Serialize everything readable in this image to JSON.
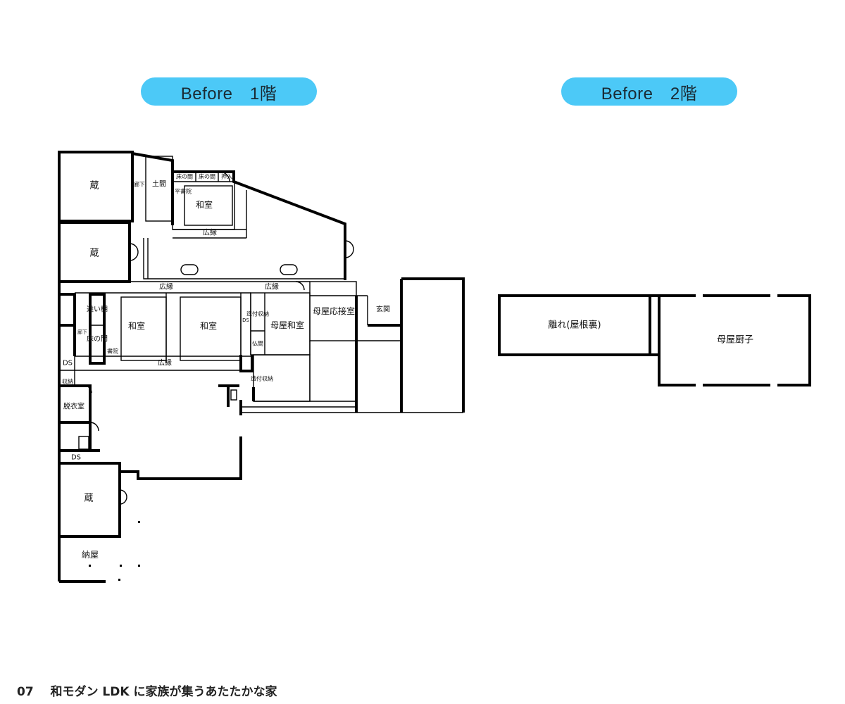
{
  "headers": {
    "floor1": "Before　1階",
    "floor2": "Before　2階"
  },
  "rooms1f": {
    "kura_top": "蔵",
    "kura_mid": "蔵",
    "kura_bottom": "蔵",
    "roka_top": "廊下",
    "doma": "土間",
    "tokonoma_a": "床の間",
    "tokonoma_b": "床の間",
    "oshiire": "押入",
    "hirashoin": "平書院",
    "washitsu_top": "和室",
    "hiroen_top": "広縁",
    "hiroen_left": "広縁",
    "hiroen_right": "広縁",
    "chigaidana": "違い棚",
    "roka_left": "廊下",
    "tokonoma_c": "床の間",
    "shoin": "書院",
    "washitsu_a": "和室",
    "washitsu_b": "和室",
    "tsukezuke_a": "造付収納",
    "butsuma": "仏間",
    "ds_small": "DS",
    "omoya_washitsu": "母屋和室",
    "omoya_ousetsu": "母屋応接室",
    "genkan": "玄関",
    "hiroen_bottom": "広縁",
    "tsukezuke_b": "造付収納",
    "ds_1": "DS",
    "shuno": "収納",
    "datsuishitsu": "脱衣室",
    "ds_2": "DS",
    "naya": "納屋"
  },
  "rooms2f": {
    "hanare": "離れ(屋根裏)",
    "omoya_zushi": "母屋厨子"
  },
  "footer": {
    "page": "07",
    "title": "和モダン LDK に家族が集うあたたかな家"
  }
}
